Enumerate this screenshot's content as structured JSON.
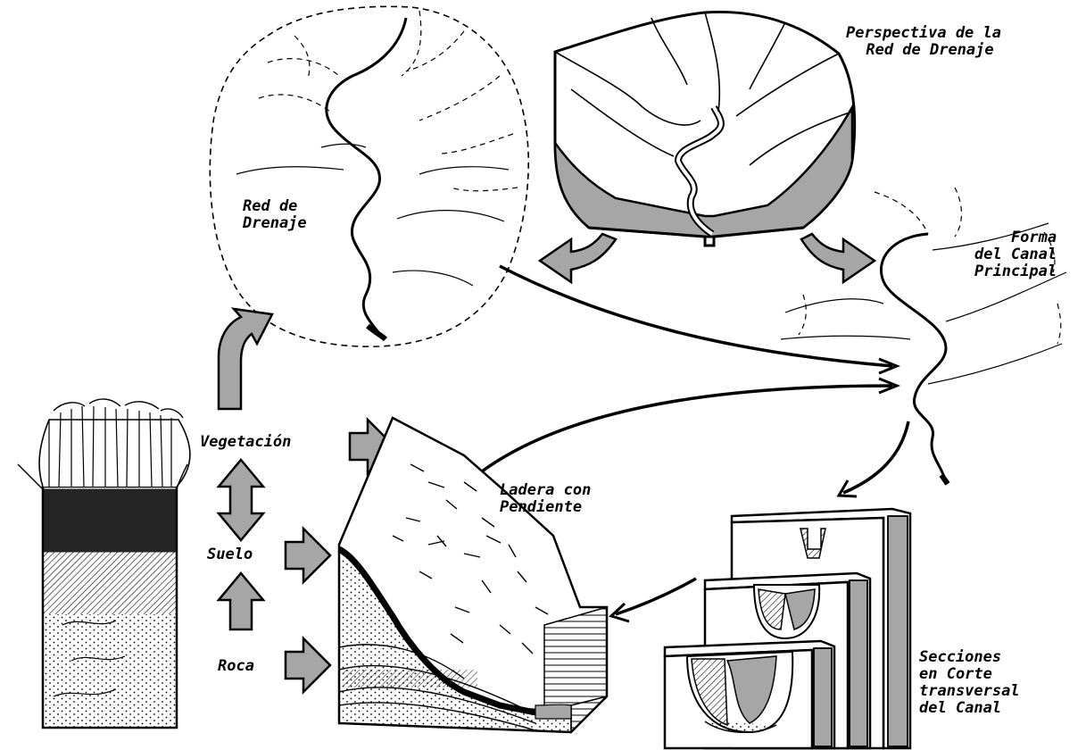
{
  "labels": {
    "perspectiva": [
      "Perspectiva de la",
      "Red de Drenaje"
    ],
    "red": [
      "Red de",
      "Drenaje"
    ],
    "forma": [
      "Forma",
      "del Canal",
      "Principal"
    ],
    "vegetacion": "Vegetación",
    "suelo": "Suelo",
    "roca": "Roca",
    "ladera": [
      "Ladera con",
      "Pendiente"
    ],
    "secciones": [
      "Secciones",
      "en Corte",
      "transversal",
      "del Canal"
    ]
  },
  "colors": {
    "ink": "#000000",
    "arrow_fill": "#a6a6a6",
    "shade": "#a6a6a6",
    "background": "#ffffff"
  }
}
